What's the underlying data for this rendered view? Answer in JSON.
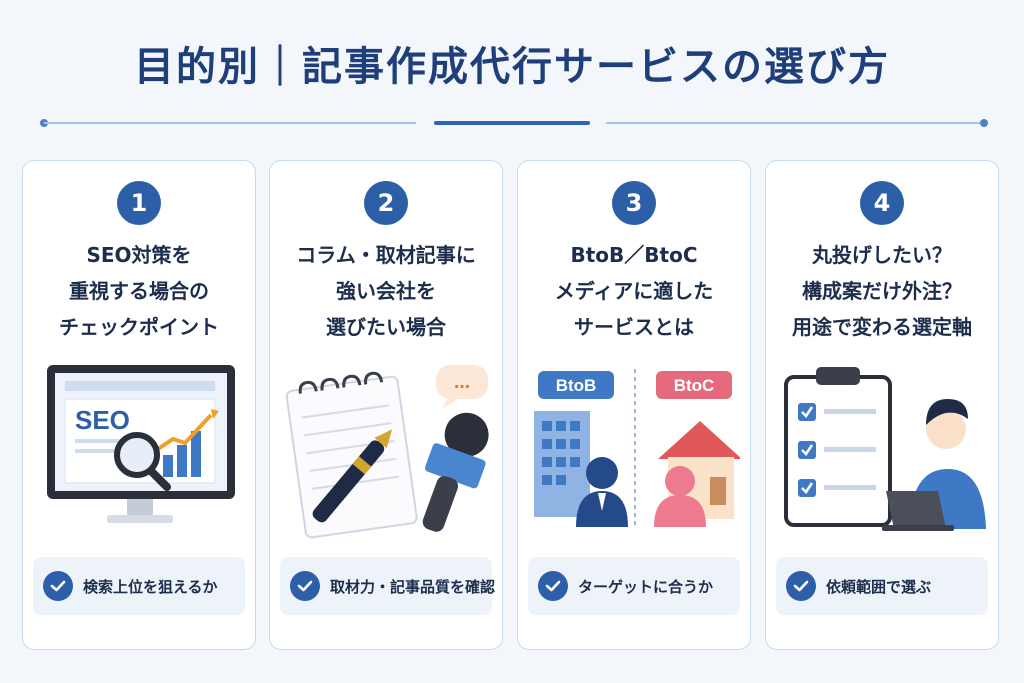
{
  "title": "目的別｜記事作成代行サービスの選び方",
  "cards": [
    {
      "number": "1",
      "heading": [
        "SEO対策を",
        "重視する場合の",
        "チェックポイント"
      ],
      "art_text": "SEO",
      "icon": "seo-monitor-icon",
      "check": "検索上位を狙えるか"
    },
    {
      "number": "2",
      "heading": [
        "コラム・取材記事に",
        "強い会社を",
        "選びたい場合"
      ],
      "art_text": "…",
      "icon": "notebook-microphone-icon",
      "check": "取材力・記事品質を確認"
    },
    {
      "number": "3",
      "heading": [
        "BtoB／BtoC",
        "メディアに適した",
        "サービスとは"
      ],
      "art_text_b2b": "BtoB",
      "art_text_b2c": "BtoC",
      "icon": "business-home-icon",
      "check": "ターゲットに合うか"
    },
    {
      "number": "4",
      "heading": [
        "丸投げしたい？",
        "構成案だけ外注？",
        "用途で変わる選定軸"
      ],
      "icon": "checklist-laptop-icon",
      "check": "依頼範囲で選ぶ"
    }
  ],
  "colors": {
    "primary": "#2d5fa8",
    "title": "#1f3f7a",
    "btob": "#3f78c4",
    "btoc": "#e56a7e"
  }
}
